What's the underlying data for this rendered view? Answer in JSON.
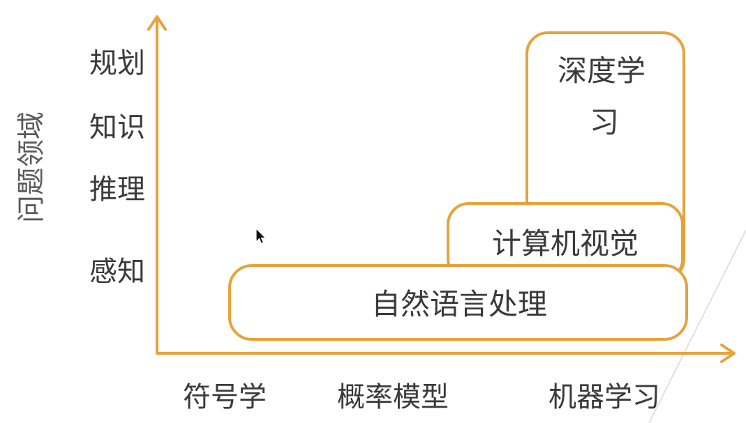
{
  "colors": {
    "accent": "#e6a23c",
    "text": "#3a3a3a",
    "background": "#ffffff"
  },
  "axes": {
    "y_title": "问题领域",
    "y_ticks": [
      "规划",
      "知识",
      "推理",
      "感知"
    ],
    "x_ticks": [
      "符号学",
      "概率模型",
      "机器学习"
    ]
  },
  "regions": {
    "deep_learning": {
      "label_line1": "深度学",
      "label_line2": "习"
    },
    "computer_vision": {
      "label": "计算机视觉"
    },
    "nlp": {
      "label": "自然语言处理"
    }
  },
  "icons": {
    "cursor": "mouse-pointer-icon"
  }
}
